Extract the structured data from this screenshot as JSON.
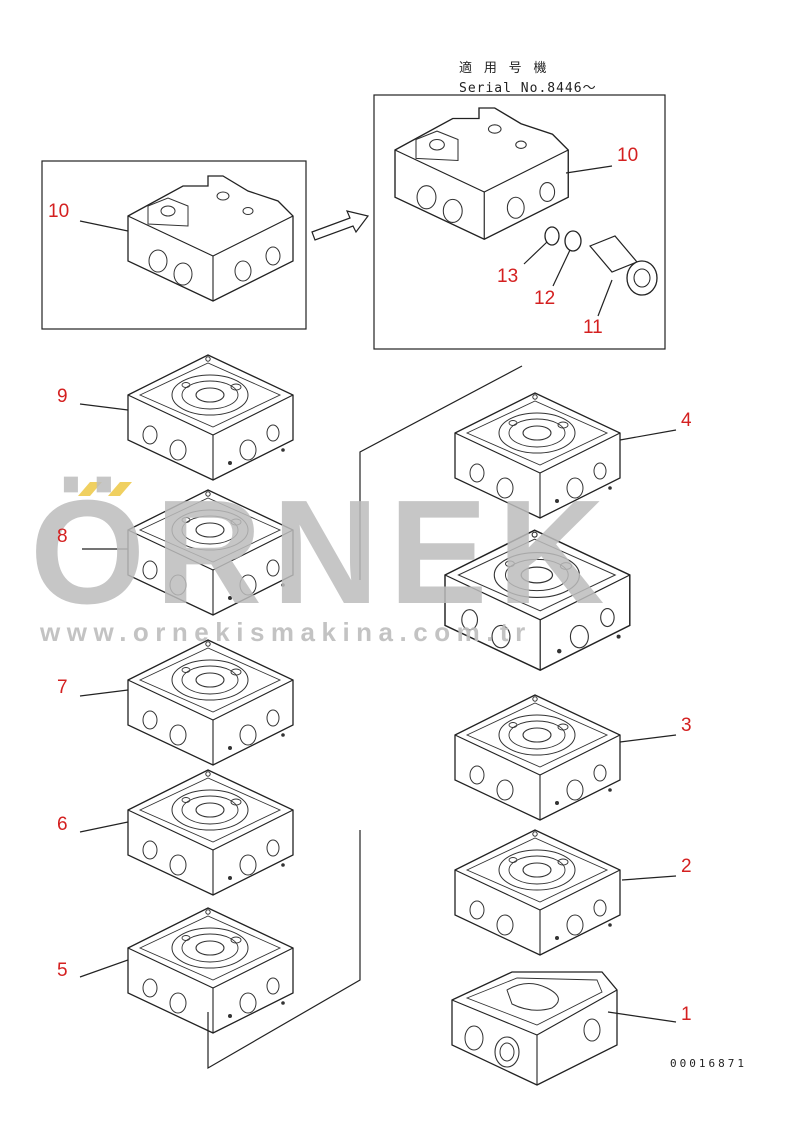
{
  "header": {
    "applicable_models": "適 用 号 機",
    "serial": "Serial No.8446～"
  },
  "callouts": {
    "c10_left": "10",
    "c10_right": "10",
    "c13": "13",
    "c12": "12",
    "c11": "11",
    "c9": "9",
    "c8": "8",
    "c7": "7",
    "c6": "6",
    "c5": "5",
    "c4": "4",
    "c3": "3",
    "c2": "2",
    "c1": "1"
  },
  "watermark": {
    "brand": "ÖRNEK",
    "url": "www.ornekismakina.com.tr"
  },
  "drawing_number": "00016871",
  "colors": {
    "callout": "#d42020",
    "line": "#222222",
    "watermark": "#bdbdbd",
    "watermark_accent": "#f0d060"
  }
}
